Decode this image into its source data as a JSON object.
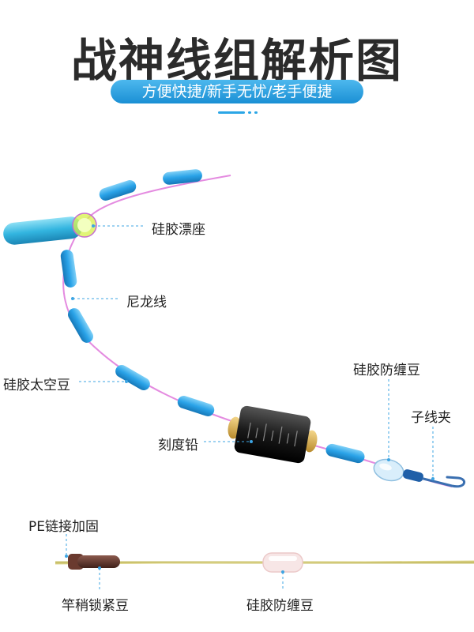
{
  "header": {
    "title": "战神线组解析图",
    "subtitle": "方便快捷/新手无忧/老手便捷"
  },
  "labels": {
    "float_seat": "硅胶漂座",
    "nylon_line": "尼龙线",
    "space_beans": "硅胶太空豆",
    "scale_weight": "刻度铅",
    "anti_tangle_top": "硅胶防缠豆",
    "sub_line_clip": "子线夹",
    "pe_link": "PE链接加固",
    "rod_tip_lock": "竿稍锁紧豆",
    "anti_tangle_bottom": "硅胶防缠豆"
  },
  "colors": {
    "accent": "#1a8fd4",
    "bead_blue": "#2aa3e8",
    "line_pink": "#e48be0",
    "pe_line": "#c9c06a",
    "leader": "#6b9ec9"
  }
}
